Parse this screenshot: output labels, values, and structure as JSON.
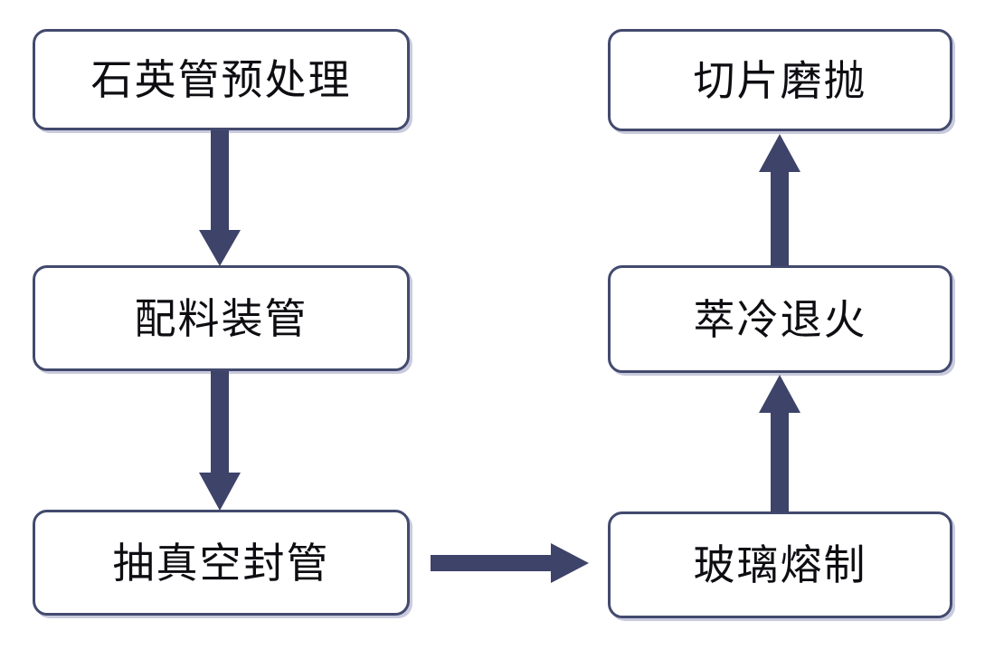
{
  "diagram": {
    "type": "process-flowchart",
    "title": "",
    "orientation": "two-column-serpentine",
    "colors": {
      "node_border": "#434a6e",
      "node_fill": "#ffffff",
      "node_shadow": "#c9cbdd",
      "arrow_fill": "#3d4369",
      "text": "#0d0d12",
      "background": "#ffffff"
    },
    "nodes": [
      {
        "id": "pretreat",
        "label": "石英管预处理",
        "column": "left",
        "row": 1
      },
      {
        "id": "batch",
        "label": "配料装管",
        "column": "left",
        "row": 2
      },
      {
        "id": "vacuum",
        "label": "抽真空封管",
        "column": "left",
        "row": 3
      },
      {
        "id": "melt",
        "label": "玻璃熔制",
        "column": "right",
        "row": 3
      },
      {
        "id": "anneal",
        "label": "萃冷退火",
        "column": "right",
        "row": 2
      },
      {
        "id": "polish",
        "label": "切片磨抛",
        "column": "right",
        "row": 1
      }
    ],
    "edges": [
      {
        "id": "pretreat-to-batch",
        "from": "pretreat",
        "to": "batch",
        "direction": "down"
      },
      {
        "id": "batch-to-vacuum",
        "from": "batch",
        "to": "vacuum",
        "direction": "down"
      },
      {
        "id": "vacuum-to-melt",
        "from": "vacuum",
        "to": "melt",
        "direction": "right"
      },
      {
        "id": "melt-to-anneal",
        "from": "melt",
        "to": "anneal",
        "direction": "up"
      },
      {
        "id": "anneal-to-polish",
        "from": "anneal",
        "to": "polish",
        "direction": "up"
      }
    ]
  }
}
